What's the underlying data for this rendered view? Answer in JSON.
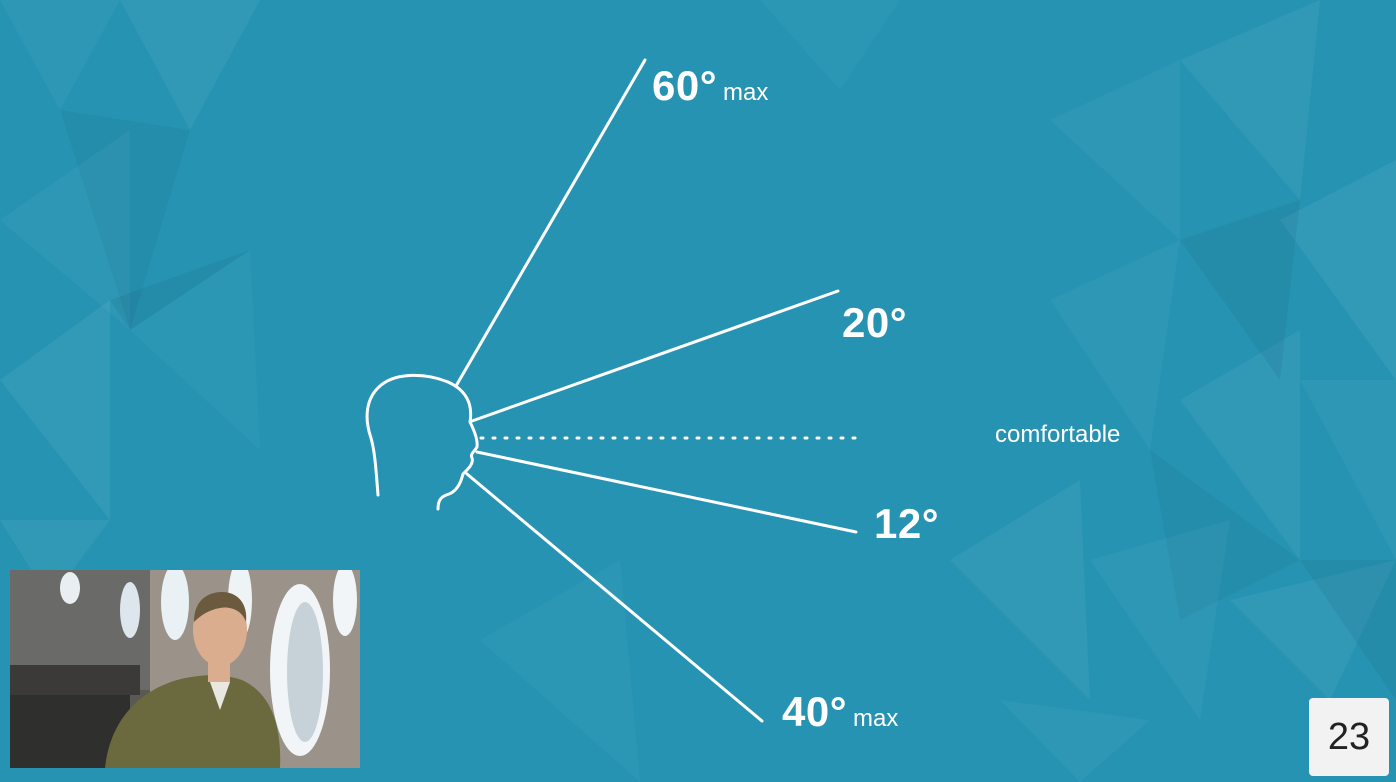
{
  "slide": {
    "background_color": "#2693b3",
    "line_color": "#ffffff"
  },
  "angles": {
    "up_max": {
      "value": "60°",
      "suffix": "max"
    },
    "up": {
      "value": "20°"
    },
    "comfortable": {
      "label": "comfortable"
    },
    "down": {
      "value": "12°"
    },
    "down_max": {
      "value": "40°",
      "suffix": "max"
    }
  },
  "page": {
    "number": "23"
  },
  "icons": {
    "head": "head-profile-icon"
  }
}
